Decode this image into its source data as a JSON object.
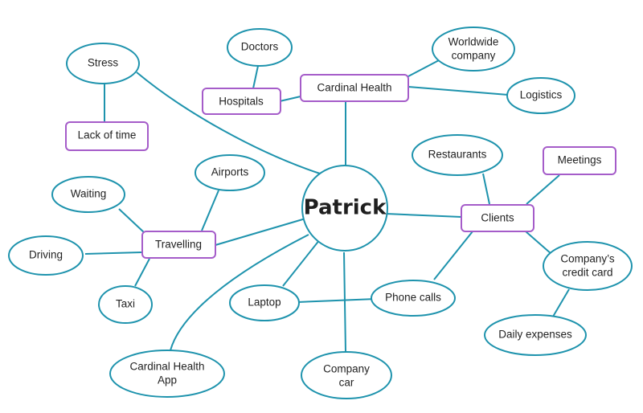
{
  "center": "Patrick",
  "nodes": {
    "stress": "Stress",
    "lack_of_time": "Lack of time",
    "doctors": "Doctors",
    "hospitals": "Hospitals",
    "cardinal_health": "Cardinal Health",
    "worldwide_company": [
      "Worldwide",
      "company"
    ],
    "logistics": "Logistics",
    "restaurants": "Restaurants",
    "meetings": "Meetings",
    "clients": "Clients",
    "airports": "Airports",
    "waiting": "Waiting",
    "travelling": "Travelling",
    "driving": "Driving",
    "taxi": "Taxi",
    "laptop": "Laptop",
    "phone_calls": "Phone calls",
    "company_credit_card": [
      "Company’s",
      "credit card"
    ],
    "daily_expenses": "Daily expenses",
    "cardinal_health_app": [
      "Cardinal Health",
      "App"
    ],
    "company_car": [
      "Company",
      "car"
    ]
  },
  "colors": {
    "line": "#1e93ad",
    "box_border": "#a55cc9",
    "text": "#222222"
  }
}
